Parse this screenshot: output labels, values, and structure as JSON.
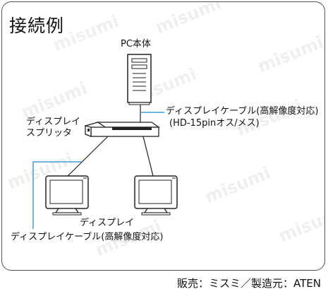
{
  "title": "接続例",
  "labels": {
    "pc": "PC本体",
    "splitter_line1": "ディスプレイ",
    "splitter_line2": "スプリッタ",
    "cable_top_line1": "ディスプレイケーブル(高解像度対応)",
    "cable_top_line2": "(HD-15pinオス/メス)",
    "display": "ディスプレイ",
    "cable_bottom": "ディスプレイケーブル(高解像度対応)"
  },
  "watermark": "misumi",
  "footer": "販売：ミスミ／製造元：ATEN",
  "colors": {
    "cable_accent": "#3aa0d8",
    "line": "#222222",
    "frame": "#555555"
  }
}
